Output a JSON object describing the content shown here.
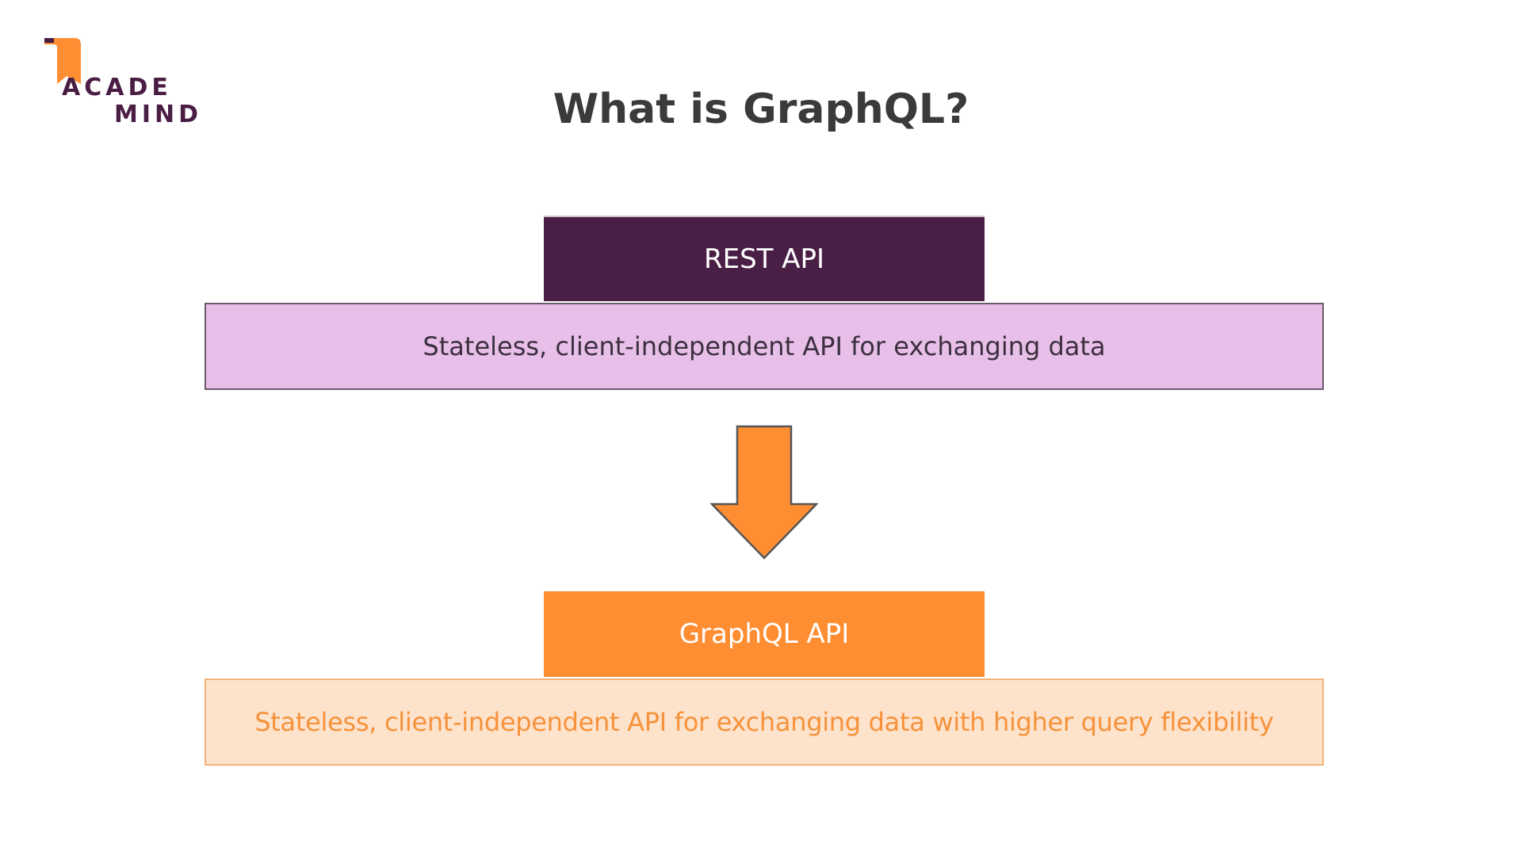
{
  "logo": {
    "line1": "ACADE",
    "line2": "MIND",
    "icon": "academind-flag-icon",
    "colors": {
      "orange": "#ff8e33",
      "purple": "#4a1d45"
    }
  },
  "title": "What is GraphQL?",
  "rest": {
    "header": "REST API",
    "description": "Stateless, client-independent API for exchanging data",
    "colors": {
      "header_bg": "#4a1f46",
      "desc_bg": "#e8bfe8",
      "desc_border": "#6a5a6c"
    }
  },
  "arrow": {
    "icon": "down-arrow-icon",
    "color": "#ff8e33"
  },
  "graphql": {
    "header": "GraphQL API",
    "description": "Stateless, client-independent API for exchanging data with higher query flexibility",
    "colors": {
      "header_bg": "#ff8e33",
      "desc_bg": "#fde2cc",
      "desc_text": "#f7923a"
    }
  }
}
